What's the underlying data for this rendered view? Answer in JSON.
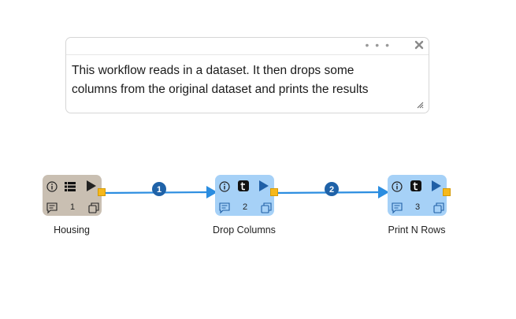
{
  "note": {
    "text": "This workflow reads in a dataset. It then drops some\ncolumns from the original dataset and prints the results",
    "menu_glyph": "• • •"
  },
  "nodes": [
    {
      "label": "Housing",
      "count": "1",
      "kind": "source",
      "icons": [
        "info-icon",
        "table-icon",
        "run-icon",
        "comment-icon",
        "copy-icon"
      ]
    },
    {
      "label": "Drop Columns",
      "count": "2",
      "kind": "step",
      "icons": [
        "info-icon",
        "transform-icon",
        "run-icon",
        "comment-icon",
        "copy-icon"
      ]
    },
    {
      "label": "Print N Rows",
      "count": "3",
      "kind": "step",
      "icons": [
        "info-icon",
        "transform-icon",
        "run-icon",
        "comment-icon",
        "copy-icon"
      ]
    }
  ],
  "links": [
    {
      "badge": "1"
    },
    {
      "badge": "2"
    }
  ],
  "colors": {
    "source_node": "#c9bfb2",
    "step_node": "#a6d1f7",
    "port": "#f6b81c",
    "link": "#2b8de0",
    "badge": "#1f62a8"
  }
}
